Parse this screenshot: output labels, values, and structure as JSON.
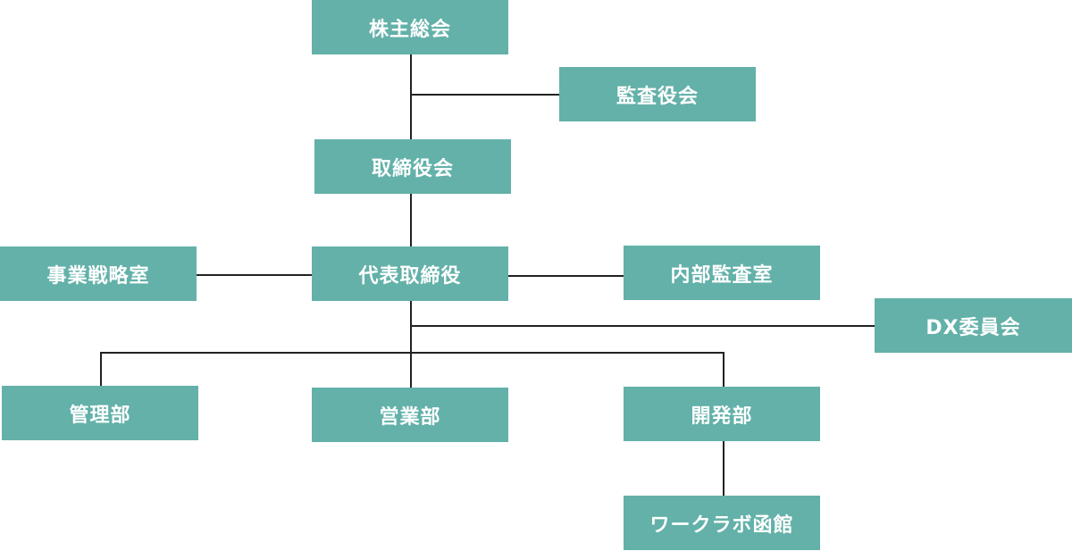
{
  "nodes": {
    "shareholders": "株主総会",
    "audit_board": "監査役会",
    "board": "取締役会",
    "strategy": "事業戦略室",
    "ceo": "代表取締役",
    "internal_audit": "内部監査室",
    "dx": "DX委員会",
    "admin": "管理部",
    "sales": "営業部",
    "dev": "開発部",
    "worklab": "ワークラボ函館"
  },
  "colors": {
    "box": "#63b1a9",
    "line": "#222222",
    "text": "#ffffff"
  }
}
